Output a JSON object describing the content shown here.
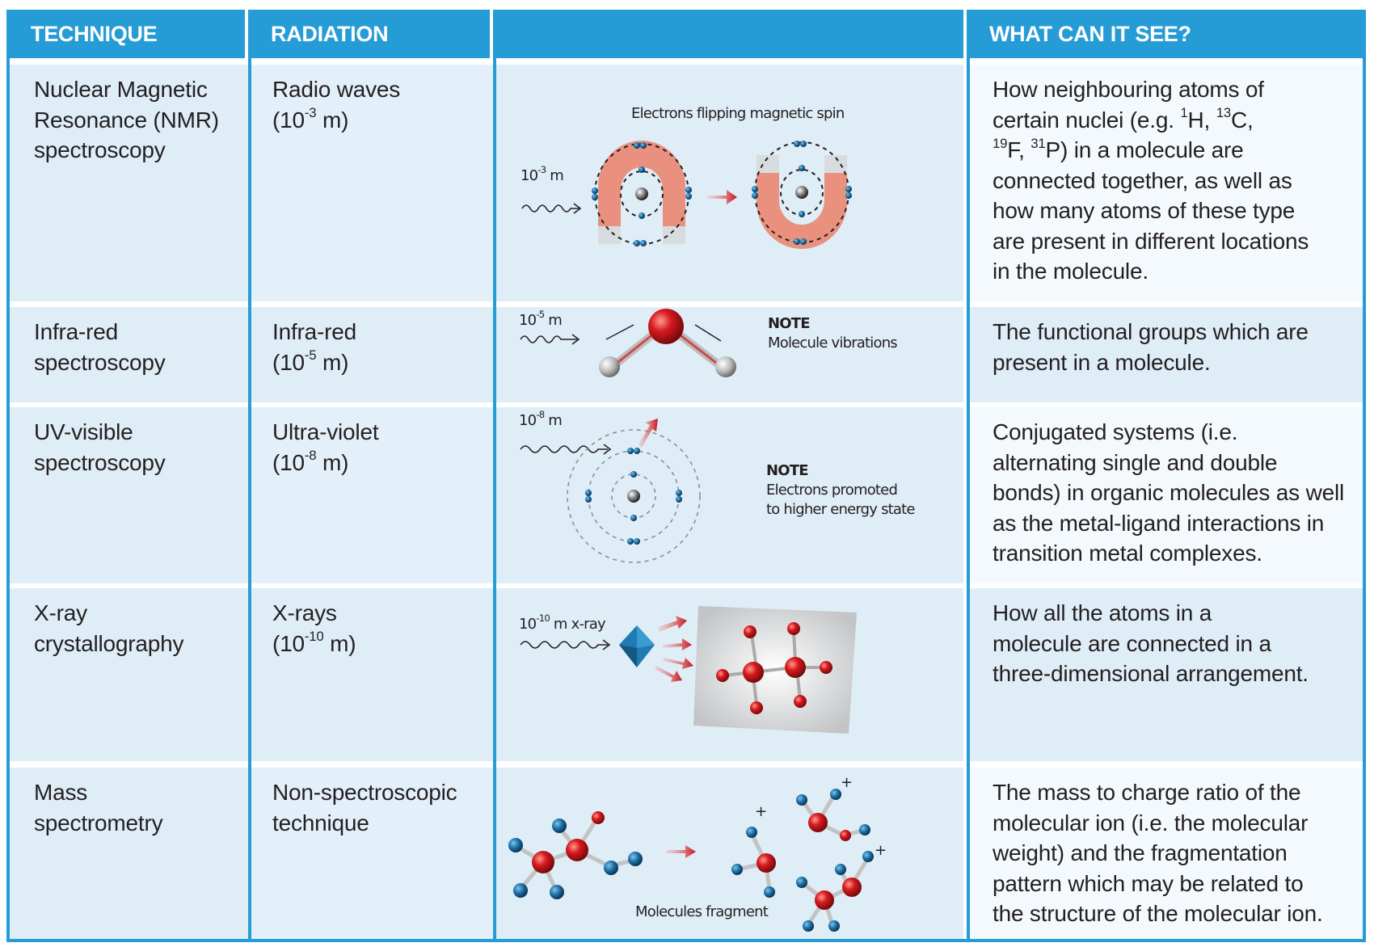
{
  "header": {
    "technique": "TECHNIQUE",
    "radiation": "RADIATION",
    "diagram": "",
    "what": "WHAT CAN IT SEE?"
  },
  "colors": {
    "accent": "#259cd5",
    "cell_bg": "#dfedf7",
    "cell_bg_light": "#f4f9fd",
    "atom_red": "#d7191f",
    "atom_blue": "#1a6fa5",
    "arrow_red": "#d7191f",
    "magnet_salmon": "#e9917e"
  },
  "rows": [
    {
      "technique": [
        "Nuclear Magnetic",
        "Resonance (NMR)",
        "spectroscopy"
      ],
      "radiation_name": "Radio waves",
      "radiation_exp_prefix": "(10",
      "radiation_exp": "-3",
      "radiation_exp_suffix": " m)",
      "diagram": {
        "caption": "Electrons flipping magnetic spin",
        "wavelength_base": "10",
        "wavelength_exp": "-3",
        "wavelength_unit": " m"
      },
      "what_lines": [
        {
          "pre": "How neighbouring atoms of"
        },
        {
          "pre": "certain nuclei (e.g. ",
          "sup1": "1",
          "mid1": "H, ",
          "sup2": "13",
          "mid2": "C,"
        },
        {
          "sup1": "19",
          "mid1": "F, ",
          "sup2": "31",
          "mid2": "P) in a molecule are"
        },
        {
          "pre": "connected together, as well as"
        },
        {
          "pre": "how many atoms of these type"
        },
        {
          "pre": "are present in different locations"
        },
        {
          "pre": "in the molecule."
        }
      ]
    },
    {
      "technique": [
        "Infra-red",
        "spectroscopy"
      ],
      "radiation_name": "Infra-red",
      "radiation_exp_prefix": "(10",
      "radiation_exp": "-5",
      "radiation_exp_suffix": " m)",
      "diagram": {
        "wavelength_base": "10",
        "wavelength_exp": "-5",
        "wavelength_unit": " m",
        "note_title": "NOTE",
        "note_lines": [
          "Molecule vibrations"
        ]
      },
      "what": [
        "The functional groups which are",
        "present in a molecule."
      ]
    },
    {
      "technique": [
        "UV-visible",
        "spectroscopy"
      ],
      "radiation_name": "Ultra-violet",
      "radiation_exp_prefix": "(10",
      "radiation_exp": "-8",
      "radiation_exp_suffix": " m)",
      "diagram": {
        "wavelength_base": "10",
        "wavelength_exp": "-8",
        "wavelength_unit": " m",
        "note_title": "NOTE",
        "note_lines": [
          "Electrons promoted",
          "to higher energy state"
        ]
      },
      "what": [
        "Conjugated systems (i.e.",
        "alternating single and double",
        "bonds) in organic molecules as well",
        "as the metal-ligand interactions in",
        "transition metal complexes."
      ]
    },
    {
      "technique": [
        "X-ray",
        "crystallography"
      ],
      "radiation_name": "X-rays",
      "radiation_exp_prefix": "(10",
      "radiation_exp": "-10",
      "radiation_exp_suffix": " m)",
      "diagram": {
        "wavelength_base": "10",
        "wavelength_exp": "-10",
        "wavelength_unit": " m x-ray"
      },
      "what": [
        "How all the atoms in a",
        "molecule are connected in a",
        "three-dimensional arrangement."
      ]
    },
    {
      "technique": [
        "Mass",
        "spectrometry"
      ],
      "radiation_name": "Non-spectroscopic",
      "radiation_line2": "technique",
      "diagram": {
        "caption": "Molecules fragment",
        "charge": "+"
      },
      "what": [
        "The mass to charge ratio of the",
        "molecular ion (i.e. the molecular",
        "weight) and the fragmentation",
        "pattern which may be related to",
        "the structure of the molecular ion."
      ]
    }
  ]
}
